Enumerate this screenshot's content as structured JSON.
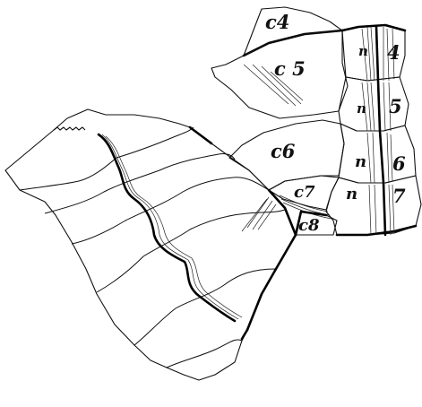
{
  "labels": {
    "c4": "c4",
    "c5": "c 5",
    "c6": "c6",
    "c7": "c7",
    "c8": "c8",
    "n4": "n",
    "num4": "4",
    "n5": "n",
    "num5": "5",
    "n6": "n",
    "num6": "6",
    "n7": "n",
    "num7": "7"
  }
}
